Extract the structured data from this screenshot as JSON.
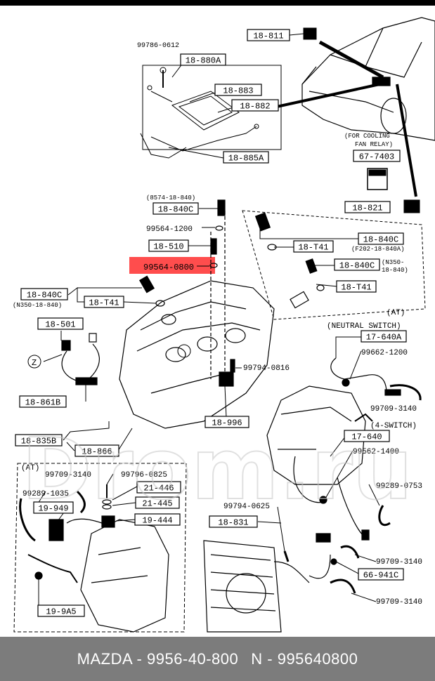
{
  "footer": {
    "left": "MAZDA - 9956-40-800",
    "right": "N - 995640800"
  },
  "highlight": {
    "color": "#ff4d4d"
  },
  "watermark_text": "Drom.ru",
  "boxed_labels": [
    {
      "id": "l-18-811",
      "text": "18-811"
    },
    {
      "id": "l-18-880A",
      "text": "18-880A"
    },
    {
      "id": "l-18-883",
      "text": "18-883"
    },
    {
      "id": "l-18-882",
      "text": "18-882"
    },
    {
      "id": "l-18-885A",
      "text": "18-885A"
    },
    {
      "id": "l-67-7403",
      "text": "67-7403"
    },
    {
      "id": "l-18-821",
      "text": "18-821"
    },
    {
      "id": "l-18-840C-a",
      "text": "18-840C"
    },
    {
      "id": "l-18-510",
      "text": "18-510"
    },
    {
      "id": "l-18-840C-b",
      "text": "18-840C"
    },
    {
      "id": "l-18-T41-a",
      "text": "18-T41"
    },
    {
      "id": "l-18-840C-c",
      "text": "18-840C"
    },
    {
      "id": "l-18-T41-b",
      "text": "18-T41"
    },
    {
      "id": "l-18-840C-d",
      "text": "18-840C"
    },
    {
      "id": "l-18-T41-c",
      "text": "18-T41"
    },
    {
      "id": "l-18-501",
      "text": "18-501"
    },
    {
      "id": "l-17-640A",
      "text": "17-640A"
    },
    {
      "id": "l-18-861B",
      "text": "18-861B"
    },
    {
      "id": "l-18-996",
      "text": "18-996"
    },
    {
      "id": "l-18-835B",
      "text": "18-835B"
    },
    {
      "id": "l-18-866",
      "text": "18-866"
    },
    {
      "id": "l-17-640",
      "text": "17-640"
    },
    {
      "id": "l-21-446",
      "text": "21-446"
    },
    {
      "id": "l-21-445",
      "text": "21-445"
    },
    {
      "id": "l-19-949",
      "text": "19-949"
    },
    {
      "id": "l-19-444",
      "text": "19-444"
    },
    {
      "id": "l-18-831",
      "text": "18-831"
    },
    {
      "id": "l-66-941C",
      "text": "66-941C"
    },
    {
      "id": "l-19-9A5",
      "text": "19-9A5"
    }
  ],
  "plain_labels": [
    {
      "id": "p-99786-0612",
      "text": "99786-0612"
    },
    {
      "id": "p-for-cooling",
      "text": "(FOR COOLING"
    },
    {
      "id": "p-fan-relay",
      "text": "FAN RELAY)"
    },
    {
      "id": "p-8574",
      "text": "(8574-18-840)"
    },
    {
      "id": "p-99564-1200",
      "text": "99564-1200"
    },
    {
      "id": "p-99564-0800",
      "text": "99564-0800"
    },
    {
      "id": "p-f202",
      "text": "(F202-18-840A)"
    },
    {
      "id": "p-n350-a",
      "text": "(N350-"
    },
    {
      "id": "p-n350-b",
      "text": "18-840)"
    },
    {
      "id": "p-n350-left",
      "text": "(N350-18-840)"
    },
    {
      "id": "p-at-1",
      "text": "(AT)"
    },
    {
      "id": "p-neutral",
      "text": "(NEUTRAL SWITCH)"
    },
    {
      "id": "p-99662-1200",
      "text": "99662-1200"
    },
    {
      "id": "p-z",
      "text": "Z"
    },
    {
      "id": "p-99794-0816",
      "text": "99794-0816"
    },
    {
      "id": "p-99709-3140-a",
      "text": "99709-3140"
    },
    {
      "id": "p-4switch",
      "text": "(4-SWITCH)"
    },
    {
      "id": "p-99562-1400",
      "text": "99562-1400"
    },
    {
      "id": "p-at-2",
      "text": "(AT)"
    },
    {
      "id": "p-99709-3140-b",
      "text": "99709-3140"
    },
    {
      "id": "p-99796-0825",
      "text": "99796-0825"
    },
    {
      "id": "p-99289-1035",
      "text": "99289-1035"
    },
    {
      "id": "p-99289-0753",
      "text": "99289-0753"
    },
    {
      "id": "p-99794-0625",
      "text": "99794-0625"
    },
    {
      "id": "p-99709-3140-c",
      "text": "99709-3140"
    },
    {
      "id": "p-99709-3140-d",
      "text": "99709-3140"
    }
  ]
}
